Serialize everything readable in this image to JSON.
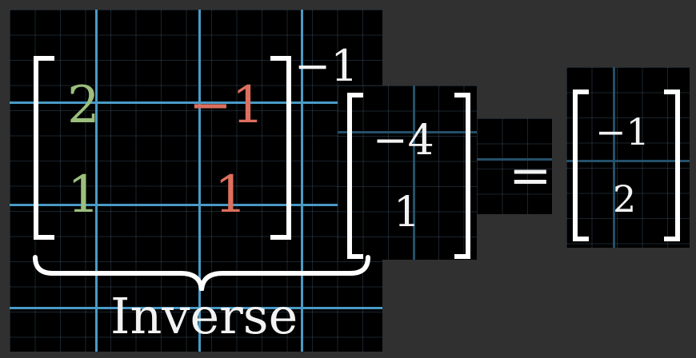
{
  "matrix": {
    "a11": "2",
    "a12": "−1",
    "a21": "1",
    "a22": "1",
    "exponent": "−1",
    "label": "Inverse",
    "colors": {
      "first_column": "#9cbf7d",
      "second_column": "#dd6f5e"
    }
  },
  "input_vector": {
    "top": "−4",
    "bottom": "1"
  },
  "equals": "=",
  "result_vector": {
    "top": "−1",
    "bottom": "2"
  },
  "colors": {
    "background": "#303030",
    "panel": "#000000",
    "grid_line": "#4a9ac6"
  }
}
